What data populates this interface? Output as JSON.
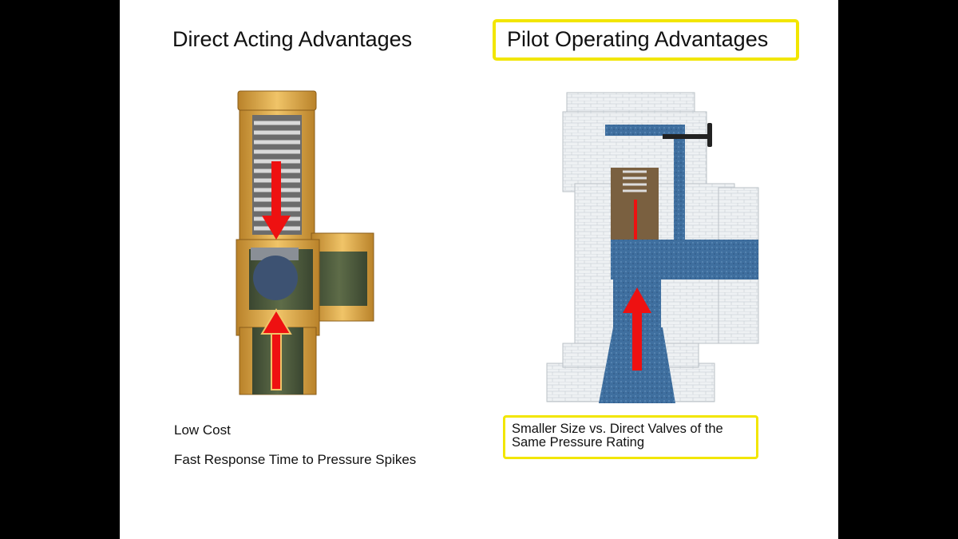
{
  "left": {
    "title": "Direct Acting Advantages",
    "advantages": [
      "Low Cost",
      "Fast Response Time to Pressure Spikes"
    ]
  },
  "right": {
    "title": "Pilot Operating Advantages",
    "advantages": [
      "Smaller Size vs. Direct Valves of the Same Pressure Rating"
    ]
  },
  "colors": {
    "highlight": "#f2e600",
    "arrow": "#ee1111",
    "brass": "#d9a441",
    "fluid_green": "#4b5a3a",
    "fluid_blue": "#3d6e9e",
    "body_white": "#e8ecef"
  },
  "icons": [
    "direct-acting-valve-cutaway",
    "pilot-operated-valve-cutaway",
    "flow-arrow-down",
    "flow-arrow-up"
  ]
}
